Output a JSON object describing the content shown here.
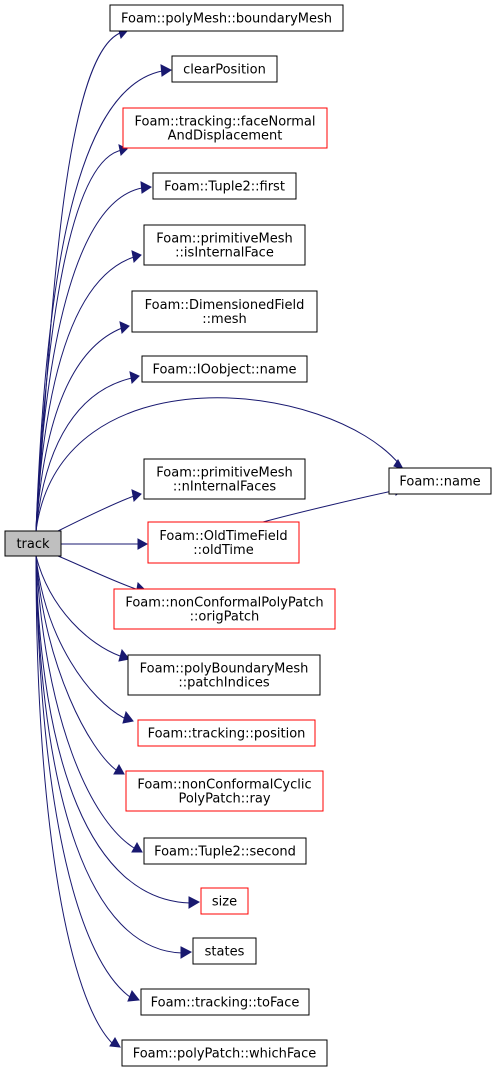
{
  "diagram": {
    "root": {
      "id": "track",
      "lines": [
        "track"
      ]
    },
    "colors": {
      "edge": "#191970",
      "border_documented": "#000000",
      "border_undocumented": "#ff0000",
      "root_fill": "#bfbfbf"
    },
    "nodes": [
      {
        "id": "boundaryMesh",
        "lines": [
          "Foam::polyMesh::boundaryMesh"
        ],
        "border": "black"
      },
      {
        "id": "clearPosition",
        "lines": [
          "clearPosition"
        ],
        "border": "black"
      },
      {
        "id": "faceNormal",
        "lines": [
          "Foam::tracking::faceNormal",
          "AndDisplacement"
        ],
        "border": "red"
      },
      {
        "id": "tupleFirst",
        "lines": [
          "Foam::Tuple2::first"
        ],
        "border": "black"
      },
      {
        "id": "isInternalFace",
        "lines": [
          "Foam::primitiveMesh",
          "::isInternalFace"
        ],
        "border": "black"
      },
      {
        "id": "dfMesh",
        "lines": [
          "Foam::DimensionedField",
          "::mesh"
        ],
        "border": "black"
      },
      {
        "id": "ioName",
        "lines": [
          "Foam::IOobject::name"
        ],
        "border": "black"
      },
      {
        "id": "foamName",
        "lines": [
          "Foam::name"
        ],
        "border": "black"
      },
      {
        "id": "nInternalFaces",
        "lines": [
          "Foam::primitiveMesh",
          "::nInternalFaces"
        ],
        "border": "black"
      },
      {
        "id": "oldTime",
        "lines": [
          "Foam::OldTimeField",
          "::oldTime"
        ],
        "border": "red"
      },
      {
        "id": "origPatch",
        "lines": [
          "Foam::nonConformalPolyPatch",
          "::origPatch"
        ],
        "border": "red"
      },
      {
        "id": "patchIndices",
        "lines": [
          "Foam::polyBoundaryMesh",
          "::patchIndices"
        ],
        "border": "black"
      },
      {
        "id": "trackingPosition",
        "lines": [
          "Foam::tracking::position"
        ],
        "border": "red"
      },
      {
        "id": "ray",
        "lines": [
          "Foam::nonConformalCyclic",
          "PolyPatch::ray"
        ],
        "border": "red"
      },
      {
        "id": "tupleSecond",
        "lines": [
          "Foam::Tuple2::second"
        ],
        "border": "black"
      },
      {
        "id": "size",
        "lines": [
          "size"
        ],
        "border": "red"
      },
      {
        "id": "states",
        "lines": [
          "states"
        ],
        "border": "black"
      },
      {
        "id": "toFace",
        "lines": [
          "Foam::tracking::toFace"
        ],
        "border": "black"
      },
      {
        "id": "whichFace",
        "lines": [
          "Foam::polyPatch::whichFace"
        ],
        "border": "black"
      }
    ],
    "edges": [
      [
        "track",
        "boundaryMesh"
      ],
      [
        "track",
        "clearPosition"
      ],
      [
        "track",
        "faceNormal"
      ],
      [
        "track",
        "tupleFirst"
      ],
      [
        "track",
        "isInternalFace"
      ],
      [
        "track",
        "dfMesh"
      ],
      [
        "track",
        "ioName"
      ],
      [
        "track",
        "foamName"
      ],
      [
        "track",
        "nInternalFaces"
      ],
      [
        "track",
        "oldTime"
      ],
      [
        "track",
        "origPatch"
      ],
      [
        "track",
        "patchIndices"
      ],
      [
        "track",
        "trackingPosition"
      ],
      [
        "track",
        "ray"
      ],
      [
        "track",
        "tupleSecond"
      ],
      [
        "track",
        "size"
      ],
      [
        "track",
        "states"
      ],
      [
        "track",
        "toFace"
      ],
      [
        "track",
        "whichFace"
      ],
      [
        "oldTime",
        "foamName"
      ]
    ]
  }
}
